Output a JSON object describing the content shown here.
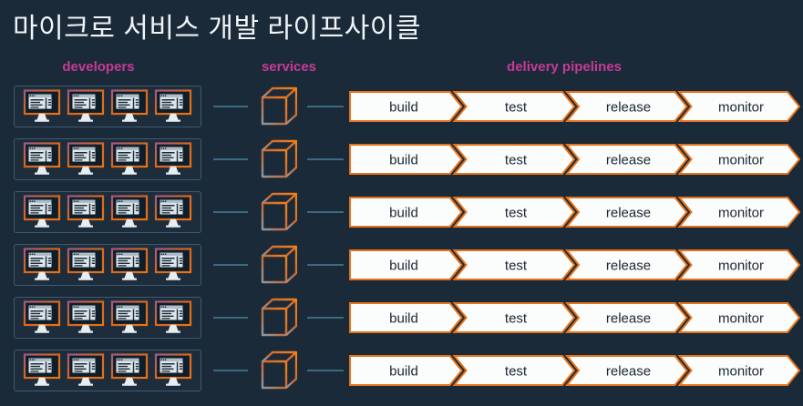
{
  "title": "마이크로 서비스 개발 라이프사이클",
  "columns": {
    "developers": "developers",
    "services": "services",
    "pipelines": "delivery pipelines"
  },
  "diagram": {
    "row_count": 6,
    "monitors_per_row": 4
  },
  "pipeline": {
    "stages": [
      "build",
      "test",
      "release",
      "monitor"
    ]
  },
  "icons": {
    "monitor": "developer-monitor-icon",
    "cube": "service-cube-icon"
  },
  "colors": {
    "bg": "#1b2a38",
    "title": "#f0f4f7",
    "magenta": "#c63a97",
    "accent": "#e5731c",
    "connector": "#3a6a82",
    "box_border": "#3d5a70",
    "stage_fill": "#fbfcfc",
    "stage_text": "#1a2634",
    "screen_dark": "#0f1e2b",
    "window_light": "#dce5ea"
  }
}
